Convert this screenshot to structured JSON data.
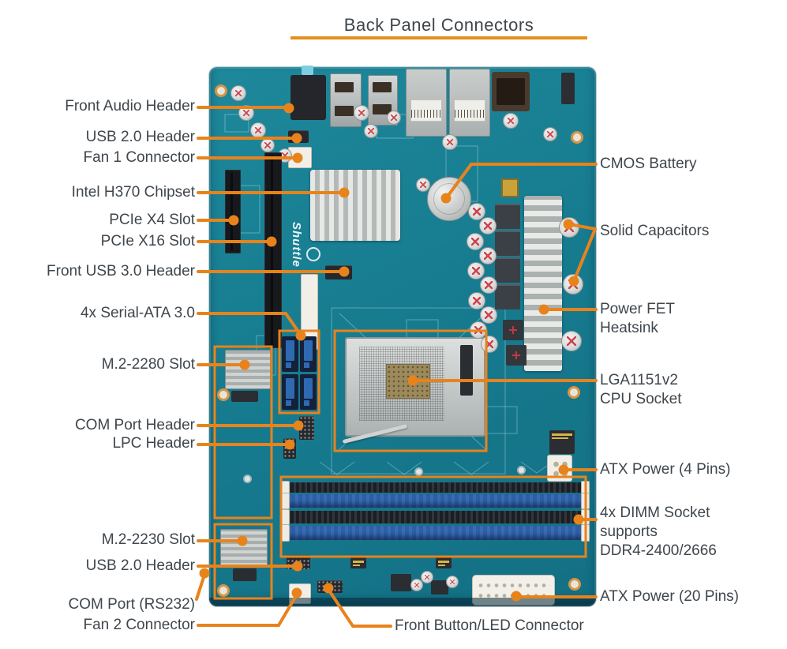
{
  "title": "Back Panel Connectors",
  "board": {
    "logo_text": "Shuttle"
  },
  "annotations": {
    "left": [
      "Front Audio Header",
      "USB 2.0 Header",
      "Fan 1 Connector",
      "Intel H370 Chipset",
      "PCIe X4 Slot",
      "PCIe X16 Slot",
      "Front USB 3.0 Header",
      "4x Serial-ATA 3.0",
      "M.2-2280 Slot",
      "COM Port Header",
      "LPC Header",
      "M.2-2230 Slot",
      "USB 2.0 Header",
      "COM Port (RS232)",
      "Fan 2 Connector"
    ],
    "right": [
      {
        "lines": [
          "CMOS Battery"
        ]
      },
      {
        "lines": [
          "Solid Capacitors"
        ]
      },
      {
        "lines": [
          "Power FET",
          "Heatsink"
        ]
      },
      {
        "lines": [
          "LGA1151v2",
          "CPU Socket"
        ]
      },
      {
        "lines": [
          "ATX Power (4 Pins)"
        ]
      },
      {
        "lines": [
          "4x DIMM Socket",
          "supports",
          "DDR4-2400/2666"
        ]
      },
      {
        "lines": [
          "ATX Power (20 Pins)"
        ]
      }
    ],
    "bottom": [
      "Front Button/LED Connector"
    ]
  },
  "colors": {
    "accent": "#E8831C",
    "pcb_teal": "#177C90",
    "label_text": "#3F464C"
  }
}
